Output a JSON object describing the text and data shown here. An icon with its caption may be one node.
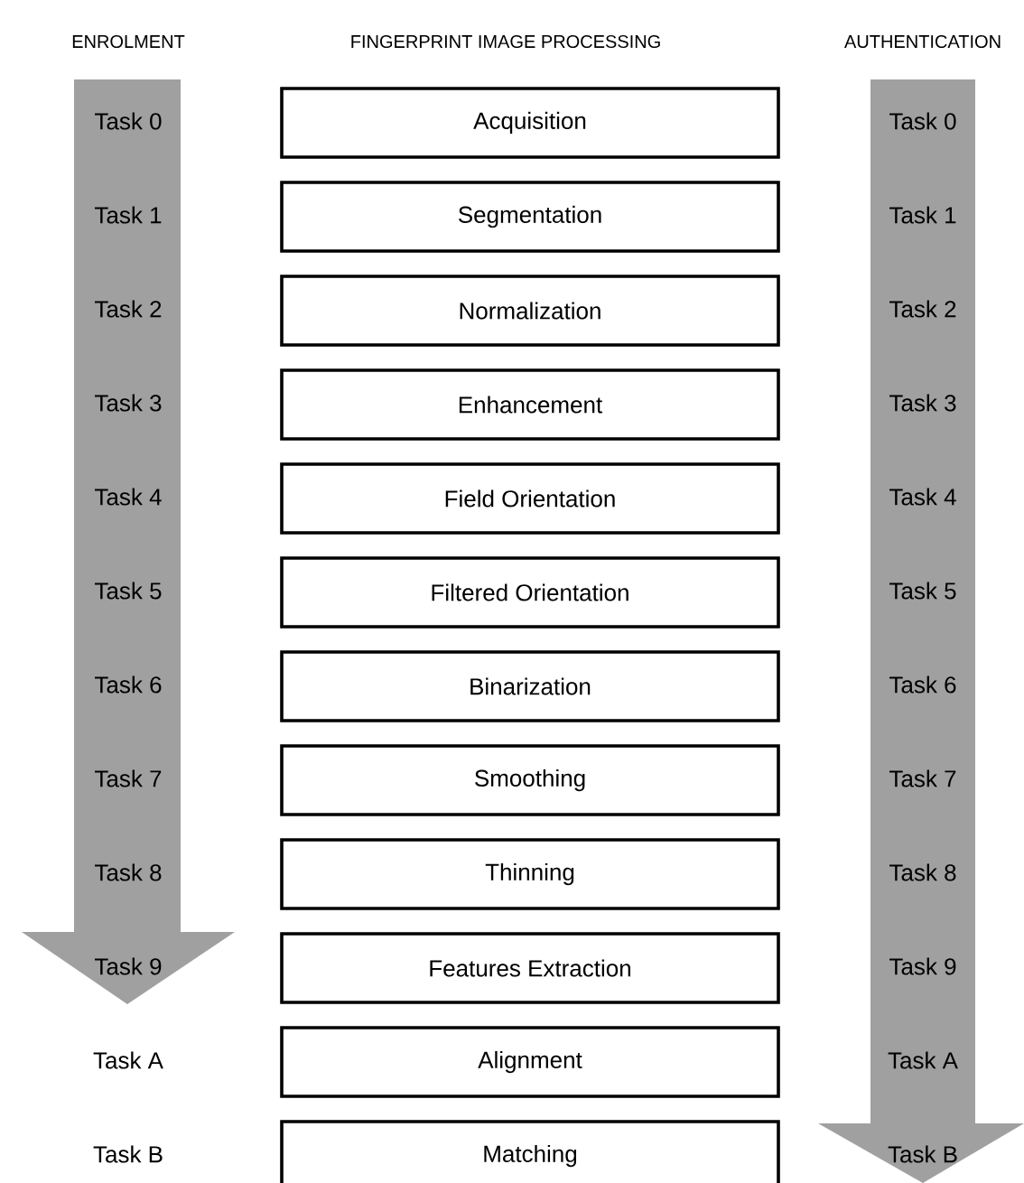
{
  "diagram": {
    "nodes": [
      {
        "text": [
          "Acquisition"
        ]
      },
      {
        "text": [
          "Segmentation"
        ]
      },
      {
        "text": [
          "Normalization"
        ]
      },
      {
        "text": [
          "Enhancement"
        ]
      },
      {
        "text": [
          "Field Orientation"
        ]
      },
      {
        "text": [
          "Filtered Orientation"
        ]
      },
      {
        "text": [
          "Binarization"
        ]
      },
      {
        "text": [
          "Smoothing"
        ]
      },
      {
        "text": [
          "Thinning"
        ]
      },
      {
        "text": [
          "Features Extraction"
        ]
      },
      {
        "text": [
          "Alignment"
        ]
      },
      {
        "text": [
          "Matching"
        ]
      }
    ],
    "labels": [
      "ENROLMENT",
      "FINGERPRINT IMAGE PROCESSING",
      "AUTHENTICATION",
      "Task 0",
      "Task 0",
      "Task 1",
      "Task 1",
      "Task 2",
      "Task 2",
      "Task 3",
      "Task 3",
      "Task 4",
      "Task 4",
      "Task 5",
      "Task 5",
      "Task 6",
      "Task 6",
      "Task 7",
      "Task 7",
      "Task 8",
      "Task 8",
      "Task 9",
      "Task 9",
      "Task A",
      "Task A",
      "Task B",
      "Task B"
    ]
  }
}
